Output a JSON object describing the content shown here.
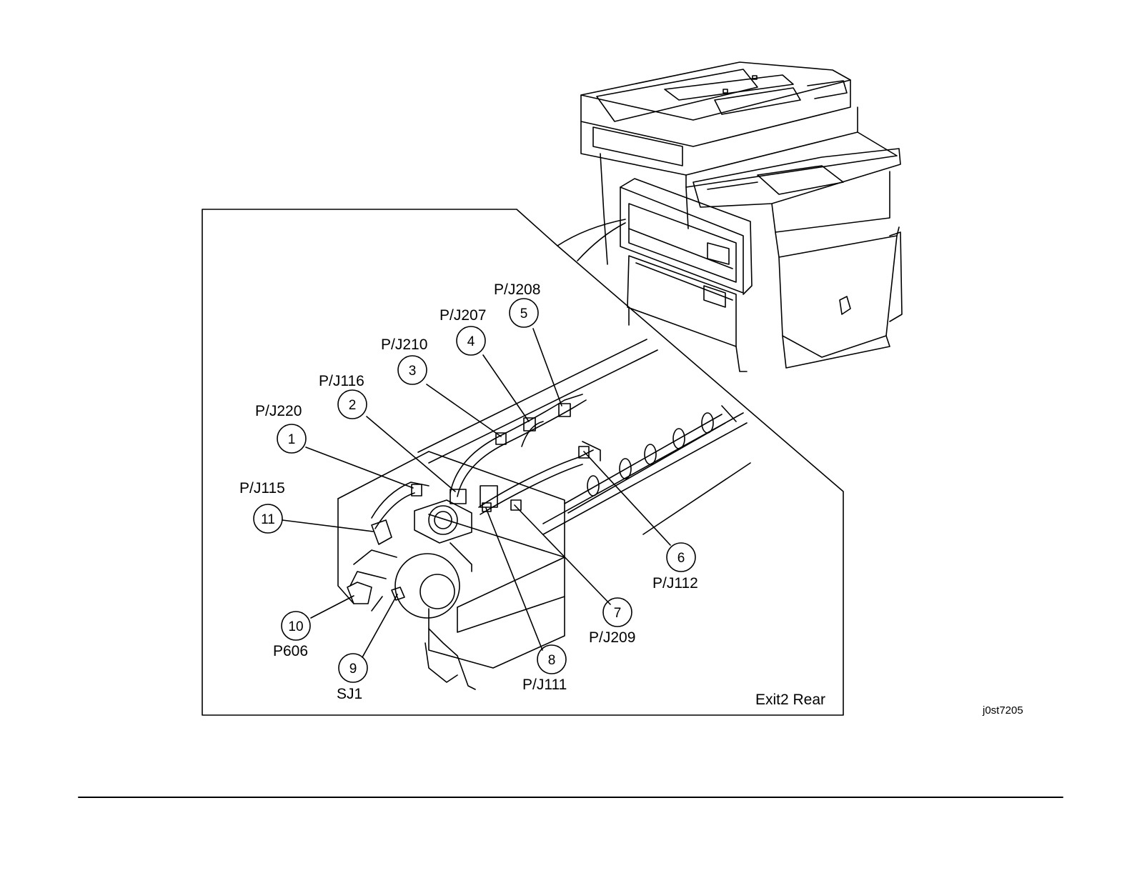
{
  "figure": {
    "caption": "Exit2 Rear",
    "image_code": "j0st7205",
    "callouts": [
      {
        "num": "1",
        "label": "P/J220"
      },
      {
        "num": "2",
        "label": "P/J116"
      },
      {
        "num": "3",
        "label": "P/J210"
      },
      {
        "num": "4",
        "label": "P/J207"
      },
      {
        "num": "5",
        "label": "P/J208"
      },
      {
        "num": "6",
        "label": "P/J112"
      },
      {
        "num": "7",
        "label": "P/J209"
      },
      {
        "num": "8",
        "label": "P/J111"
      },
      {
        "num": "9",
        "label": "SJ1"
      },
      {
        "num": "10",
        "label": "P606"
      },
      {
        "num": "11",
        "label": "P/J115"
      }
    ]
  }
}
